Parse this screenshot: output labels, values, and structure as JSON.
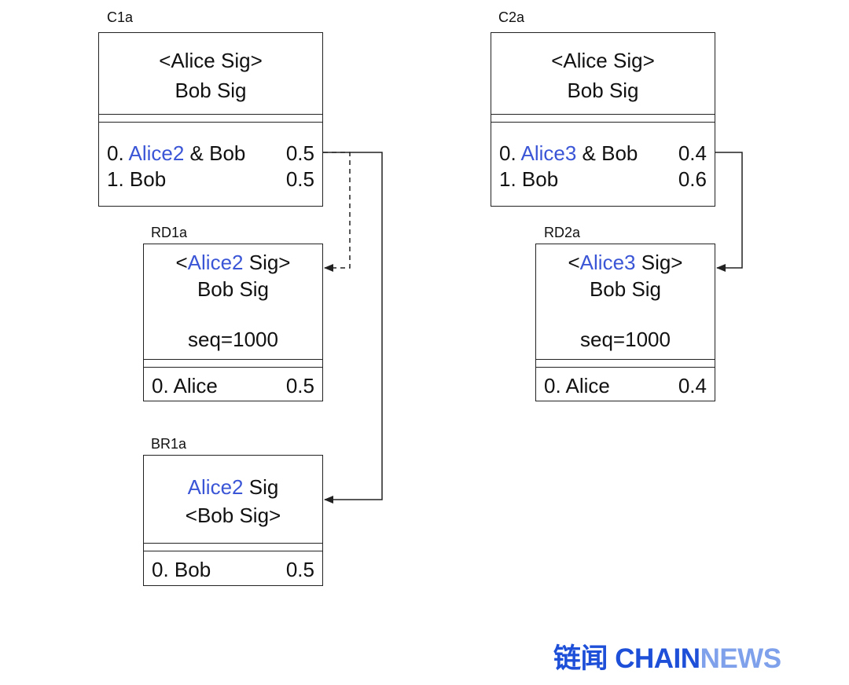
{
  "c1a": {
    "label": "C1a",
    "sig1_pre": "<",
    "sig1_name": "Alice",
    "sig1_post": " Sig>",
    "sig2": "Bob Sig",
    "out0_prefix": "0. ",
    "out0_key": "Alice2",
    "out0_rest": " & Bob",
    "out0_value": "0.5",
    "out1_label": "1. Bob",
    "out1_value": "0.5"
  },
  "c2a": {
    "label": "C2a",
    "sig1_pre": "<",
    "sig1_name": "Alice",
    "sig1_post": " Sig>",
    "sig2": "Bob Sig",
    "out0_prefix": "0. ",
    "out0_key": "Alice3",
    "out0_rest": " & Bob",
    "out0_value": "0.4",
    "out1_label": "1. Bob",
    "out1_value": "0.6"
  },
  "rd1a": {
    "label": "RD1a",
    "sig1_pre": "<",
    "sig1_key": "Alice2",
    "sig1_post": " Sig>",
    "sig2": "Bob Sig",
    "seq": "seq=1000",
    "out0_label": "0. Alice",
    "out0_value": "0.5"
  },
  "rd2a": {
    "label": "RD2a",
    "sig1_pre": "<",
    "sig1_key": "Alice3",
    "sig1_post": " Sig>",
    "sig2": "Bob Sig",
    "seq": "seq=1000",
    "out0_label": "0. Alice",
    "out0_value": "0.4"
  },
  "br1a": {
    "label": "BR1a",
    "sig1_key": "Alice2",
    "sig1_post": " Sig",
    "sig2": "<Bob Sig>",
    "out0_label": "0. Bob",
    "out0_value": "0.5"
  },
  "brand": {
    "part1": "链闻 ",
    "part2": "CHAIN",
    "part3": "NEWS"
  },
  "colors": {
    "key_blue": "#3a55d6",
    "brand_blue": "#1d4fd8",
    "brand_light": "#7fa1ec"
  }
}
